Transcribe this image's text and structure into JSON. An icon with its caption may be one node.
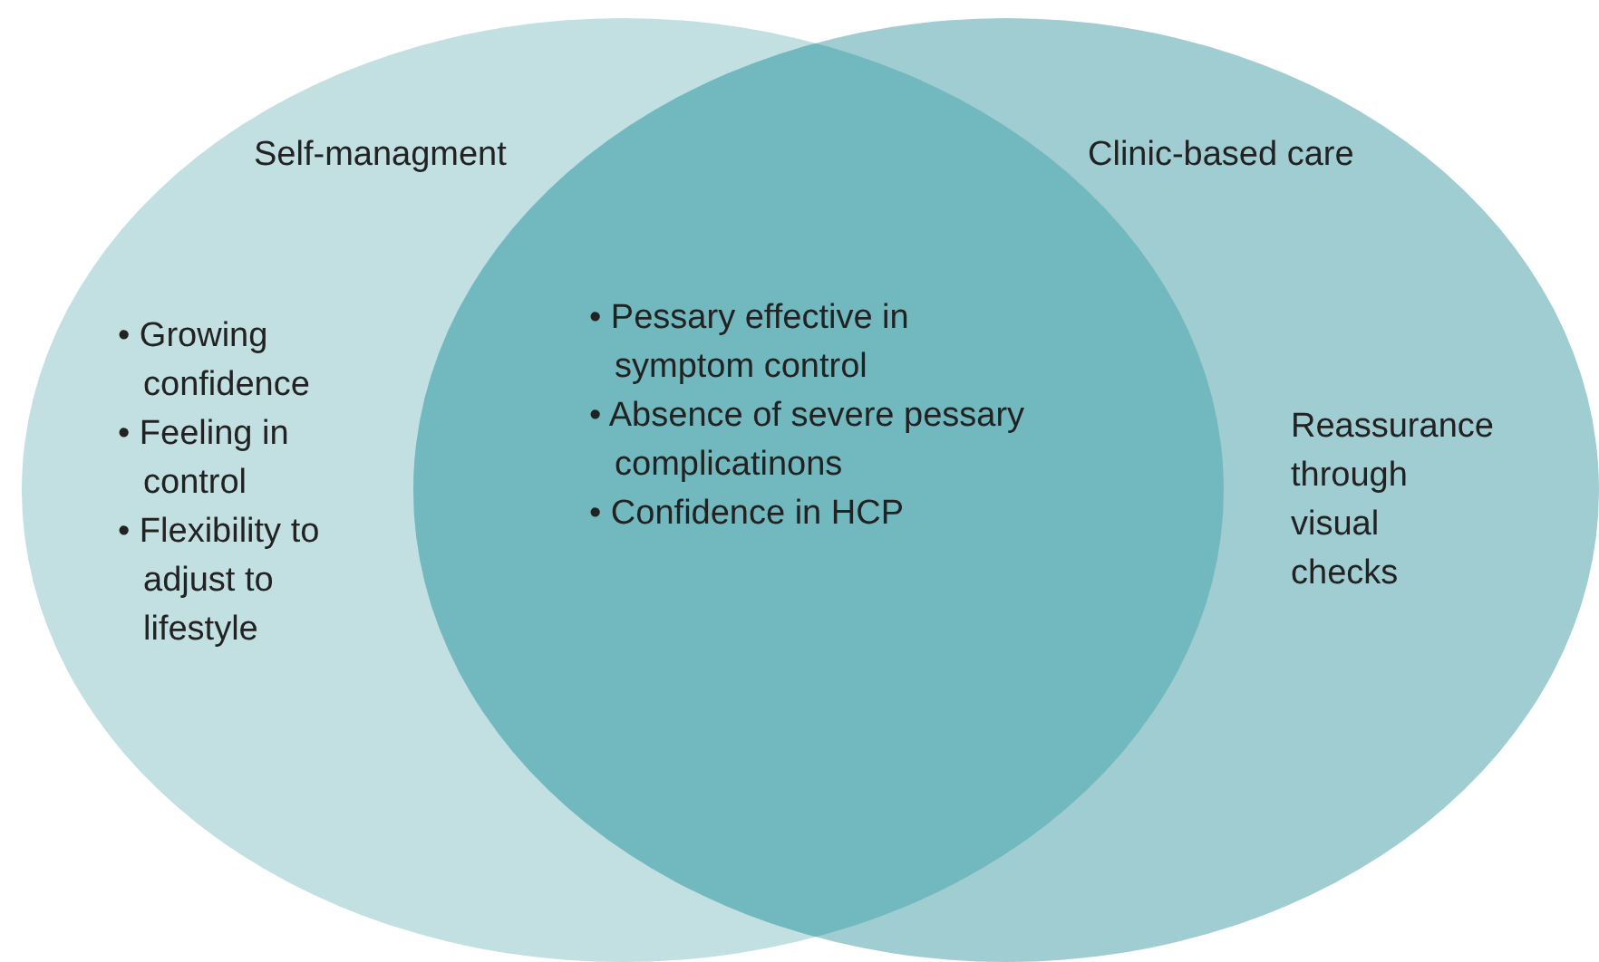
{
  "diagram": {
    "nodes": [
      {
        "text": [
          "Self-managment",
          "• Growing confidence",
          "• Feeling in control",
          "• Flexibility to adjust to lifestyle"
        ]
      },
      {
        "text": [
          "Clinic-based care",
          "Reassurance through visual checks"
        ]
      }
    ],
    "labels": [
      "• Pessary effective in symptom control",
      "• Absence of severe pessary complicatinons",
      "• Confidence in HCP"
    ]
  }
}
